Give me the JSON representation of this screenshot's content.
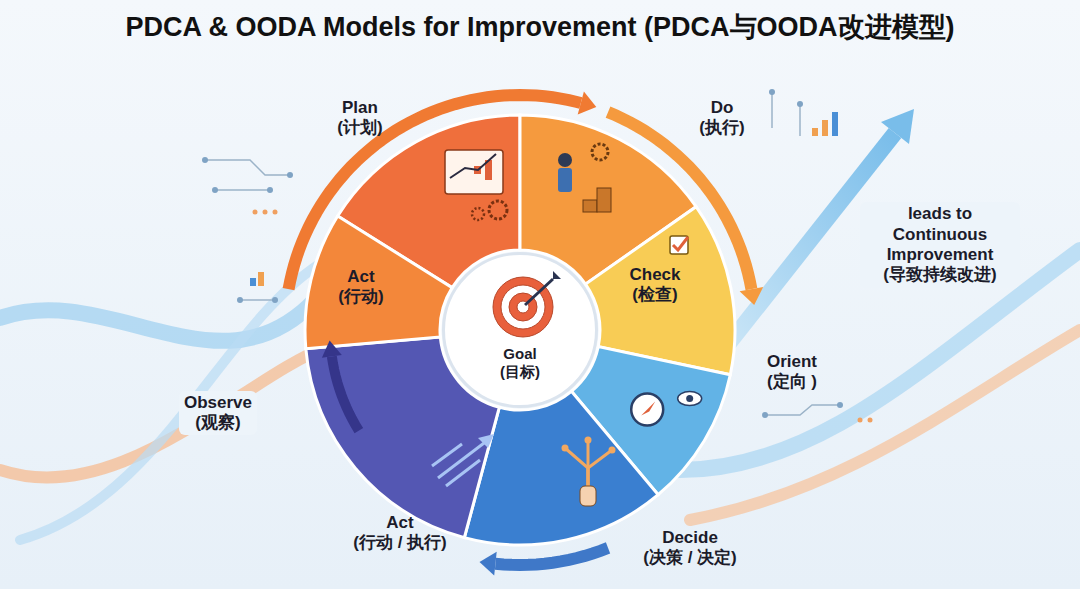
{
  "diagram": {
    "title": "PDCA & OODA Models for Improvement (PDCA与OODA改进模型)",
    "nodes": [
      {
        "text": [
          "Goal (目标)"
        ]
      }
    ],
    "labels": [
      "Plan (计划)",
      "Do (执行)",
      "leads to Continuous Improvement (导致持续改进)",
      "Act (行动)",
      "Check (检查)",
      "Orient (定向 )",
      "Observe (观察)",
      "Act (行动 / 执行)",
      "Decide (决策 / 决定)"
    ]
  }
}
